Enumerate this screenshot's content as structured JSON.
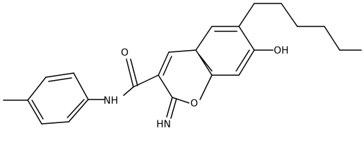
{
  "diagram": {
    "atom_labels": {
      "oxygen_carbonyl": "O",
      "nitrogen_amide": "NH",
      "oxygen_ring": "O",
      "imine": "HN",
      "hydroxyl": "OH"
    }
  },
  "colors": {
    "background": "#ffffff",
    "ink": "#000000"
  }
}
